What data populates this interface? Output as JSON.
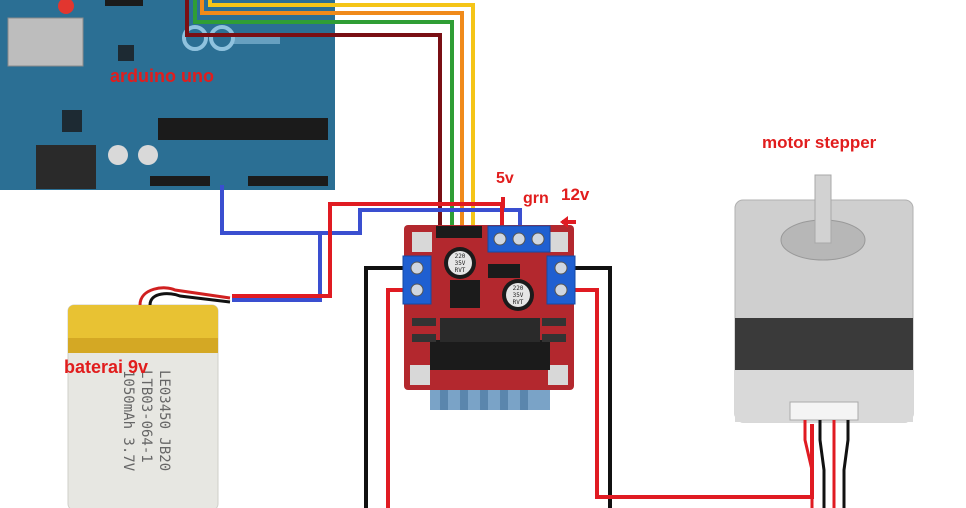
{
  "labels": {
    "arduino": "arduino uno",
    "battery": "baterai 9v",
    "motor": "motor stepper",
    "v5": "5v",
    "gnd": "grn",
    "v12": "12v"
  },
  "battery_print": {
    "line1": "LE03450 JB20",
    "line2": "LTB03-064-1",
    "line3": "1050mAh 3.7V"
  },
  "capacitor_print": {
    "c1": [
      "220",
      "35V",
      "RVT"
    ],
    "c2": [
      "220",
      "35V",
      "RVT"
    ]
  },
  "colors": {
    "label_red": "#e11d1d",
    "arduino_blue": "#2b6f94",
    "driver_red": "#b3282e",
    "terminal_blue": "#1f5fd1",
    "wire_blue": "#3a4fd0",
    "wire_red": "#e01b22",
    "wire_black": "#111111",
    "wire_darkred": "#7a0f14",
    "wire_green": "#2f9e35",
    "wire_orange": "#f08a1a",
    "wire_yellow": "#f5c518"
  }
}
